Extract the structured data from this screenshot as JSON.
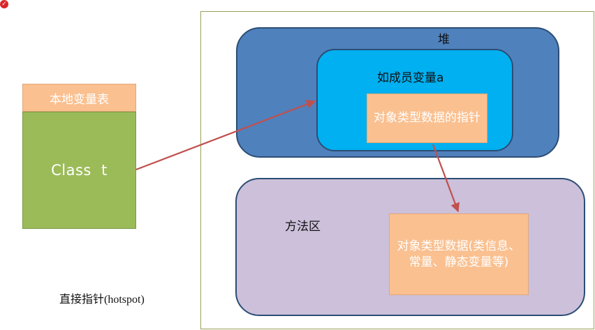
{
  "diagram": {
    "heap": {
      "label": "堆"
    },
    "member_var": {
      "label": "如成员变量a"
    },
    "pointer_box": {
      "label": "对象类型数据的指针"
    },
    "method_area": {
      "label": "方法区"
    },
    "type_data_box": {
      "label": "对象类型数据(类信息、常量、静态变量等)"
    },
    "local_var_table": {
      "header": "本地变量表",
      "content": "Class  t"
    },
    "caption": "直接指针(hotspot)"
  },
  "colors": {
    "heap": "#4f81bd",
    "member_var": "#00b0f0",
    "method_area": "#ccc0da",
    "orange_box": "#fac090",
    "local_body": "#9bbb59",
    "arrow": "#c0504d"
  }
}
